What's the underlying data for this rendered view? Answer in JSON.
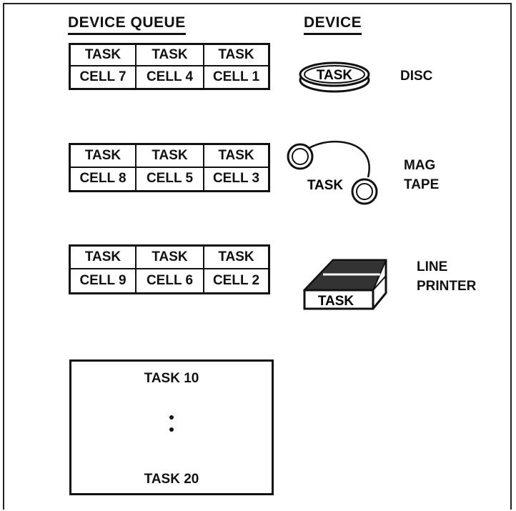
{
  "headers": {
    "queue": "DEVICE QUEUE",
    "device": "DEVICE"
  },
  "queues": [
    {
      "tasks": [
        "TASK",
        "TASK",
        "TASK"
      ],
      "cells": [
        "CELL 7",
        "CELL 4",
        "CELL 1"
      ]
    },
    {
      "tasks": [
        "TASK",
        "TASK",
        "TASK"
      ],
      "cells": [
        "CELL 8",
        "CELL 5",
        "CELL 3"
      ]
    },
    {
      "tasks": [
        "TASK",
        "TASK",
        "TASK"
      ],
      "cells": [
        "CELL 9",
        "CELL 6",
        "CELL 2"
      ]
    }
  ],
  "devices": [
    {
      "icon": "disc-icon",
      "icon_text": "TASK",
      "label_lines": [
        "DISC"
      ]
    },
    {
      "icon": "mag-tape-icon",
      "icon_text": "TASK",
      "label_lines": [
        "MAG",
        "TAPE"
      ]
    },
    {
      "icon": "line-printer-icon",
      "icon_text": "TASK",
      "label_lines": [
        "LINE",
        "PRINTER"
      ]
    }
  ],
  "overflow": {
    "first": "TASK 10",
    "last": "TASK 20"
  }
}
